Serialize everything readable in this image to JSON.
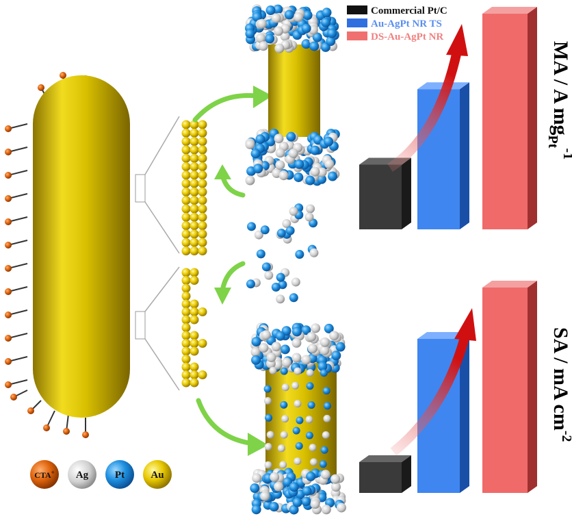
{
  "legend_chart": [
    {
      "label": "Commercial Pt/C",
      "color": "#111111",
      "text_color": "#111111"
    },
    {
      "label": "Au-AgPt NR TS",
      "color": "#2f6fe0",
      "text_color": "#5a8ef0"
    },
    {
      "label": "DS-Au-AgPt NR",
      "color": "#f07070",
      "text_color": "#f08080"
    }
  ],
  "legend_atoms": [
    {
      "label": "CTA",
      "sup": "+",
      "color": "#e0640c"
    },
    {
      "label": "Ag",
      "color": "#d8d8d8"
    },
    {
      "label": "Pt",
      "color": "#1e90e0"
    },
    {
      "label": "Au",
      "color": "#f0d000"
    }
  ],
  "chart_data": [
    {
      "type": "bar",
      "ylabel_main": "MA / A mg",
      "ylabel_sub": "Pt",
      "ylabel_sup": "-1",
      "categories": [
        "Commercial Pt/C",
        "Au-AgPt NR TS",
        "DS-Au-AgPt NR"
      ],
      "relative_values": [
        0.3,
        0.65,
        1.0
      ]
    },
    {
      "type": "bar",
      "ylabel_main": "SA / mA cm",
      "ylabel_sup": "-2",
      "categories": [
        "Commercial Pt/C",
        "Au-AgPt NR TS",
        "DS-Au-AgPt NR"
      ],
      "relative_values": [
        0.15,
        0.75,
        1.0
      ]
    }
  ]
}
